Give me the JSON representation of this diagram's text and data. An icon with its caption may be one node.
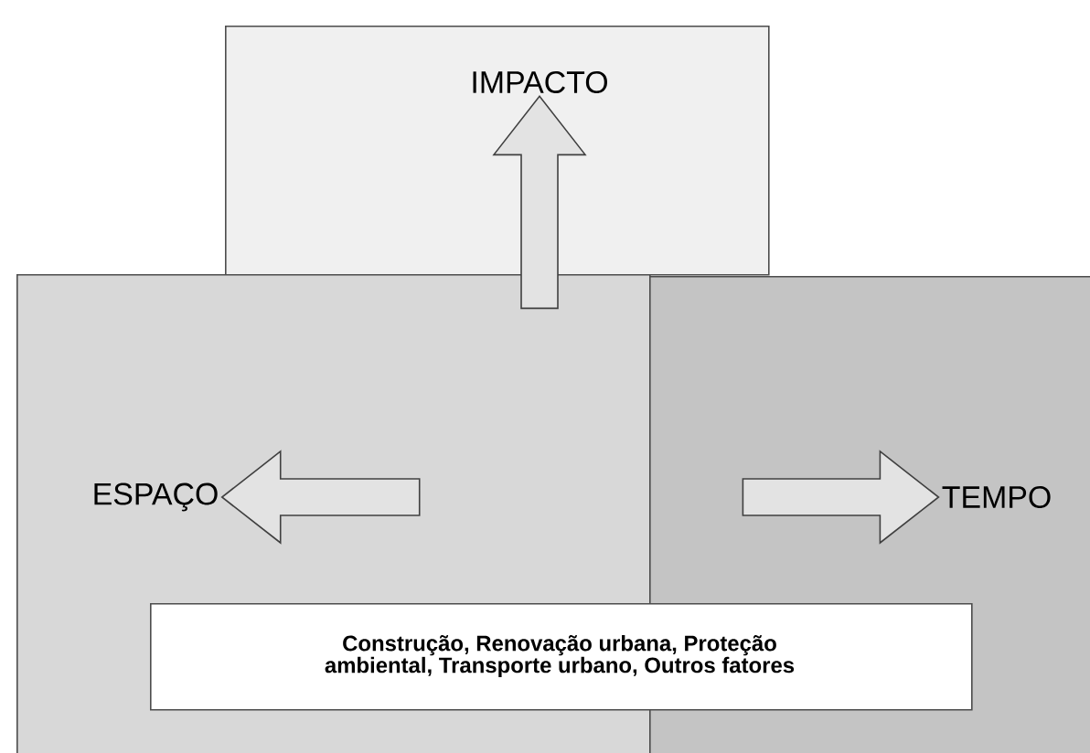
{
  "diagram": {
    "nodes": [
      {
        "text": [
          "IMPACTO"
        ]
      },
      {
        "text": [
          "ESPAÇO"
        ]
      },
      {
        "text": [
          "TEMPO"
        ]
      },
      {
        "text": [
          "Construção, Renovação urbana, Proteção ambiental, Transporte urbano, Outros fatores"
        ]
      }
    ],
    "edges": [
      {
        "from": null,
        "to": 0,
        "arrow": "to"
      },
      {
        "from": null,
        "to": 1,
        "arrow": "to"
      },
      {
        "from": null,
        "to": 2,
        "arrow": "to"
      }
    ]
  }
}
